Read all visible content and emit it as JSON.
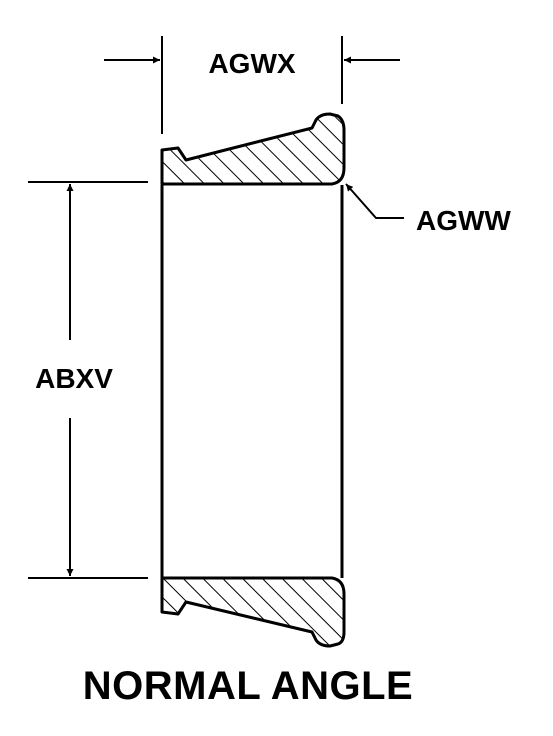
{
  "diagram": {
    "title": "NORMAL ANGLE",
    "labels": {
      "width": "AGWX",
      "edge_radius": "AGWW",
      "bore_diameter": "ABXV"
    },
    "colors": {
      "ink": "#000000",
      "background": "#ffffff"
    }
  }
}
